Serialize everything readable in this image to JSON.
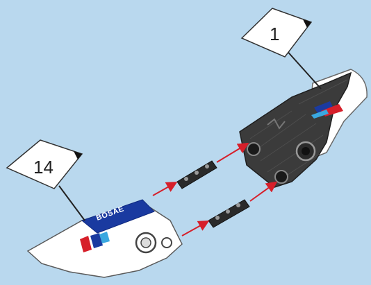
{
  "callouts": {
    "top": {
      "label": "1"
    },
    "left": {
      "label": "14"
    }
  },
  "decal": {
    "brand": "BOSAE"
  },
  "colors": {
    "background": "#b9d8ee",
    "arrow": "#d61f2a",
    "carbon": "#3b3b3b",
    "shell_white": "#ffffff",
    "stripe_blue": "#1a3aa0",
    "stripe_red": "#d61f2a",
    "stripe_cyan": "#3aa8e0"
  }
}
